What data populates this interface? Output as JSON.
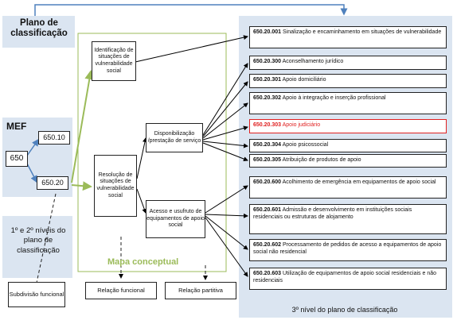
{
  "plano_label": "Plano de classificação",
  "mef_label": "MEF",
  "mef_code": "650",
  "code_650_10": "650.10",
  "code_650_20": "650.20",
  "niveis_label": "1º e 2º níveis do plano de classificação",
  "level3_label": "3º nível do plano de classificação",
  "mapa_label": "Mapa conceptual",
  "concept_1": "Identificação de situações de vulnerabilidade social",
  "concept_2": "Resolução de situações de vulnerabilidade social",
  "concept_3": "Disponibilização /prestação de serviço",
  "concept_4": "Acesso e usufruto de equipamentos de apoio social",
  "legend": {
    "subdivisao": "Subdivisão funcional",
    "funcional": "Relação funcional",
    "partitiva": "Relação partitiva"
  },
  "classes": [
    {
      "code": "650.20.001",
      "text": "Sinalização e encaminhamento em situações de vulnerabilidade",
      "highlight": false
    },
    {
      "code": "650.20.300",
      "text": "Aconselhamento jurídico",
      "highlight": false
    },
    {
      "code": "650.20.301",
      "text": "Apoio domiciliário",
      "highlight": false
    },
    {
      "code": "650.20.302",
      "text": "Apoio à integração e inserção profissional",
      "highlight": false
    },
    {
      "code": "650.20.303",
      "text": "Apoio judiciário",
      "highlight": true
    },
    {
      "code": "650.20.304",
      "text": "Apoio psicossocial",
      "highlight": false
    },
    {
      "code": "650.20.305",
      "text": "Atribuição de produtos de apoio",
      "highlight": false
    },
    {
      "code": "650.20.600",
      "text": "Acolhimento de emergência em equipamentos de apoio social",
      "highlight": false
    },
    {
      "code": "650.20.601",
      "text": "Admissão e desenvolvimento em instituições sociais residenciais ou estruturas de alojamento",
      "highlight": false
    },
    {
      "code": "650.20.602",
      "text": "Processamento de pedidos de acesso a equipamentos de apoio social não residencial",
      "highlight": false
    },
    {
      "code": "650.20.603",
      "text": "Utilização de equipamentos de apoio social residenciais e não residenciais",
      "highlight": false
    }
  ],
  "colors": {
    "panel": "#dbe5f1",
    "blue_arrow": "#4f81bd",
    "green": "#9bbb59",
    "highlight": "#e02020"
  }
}
